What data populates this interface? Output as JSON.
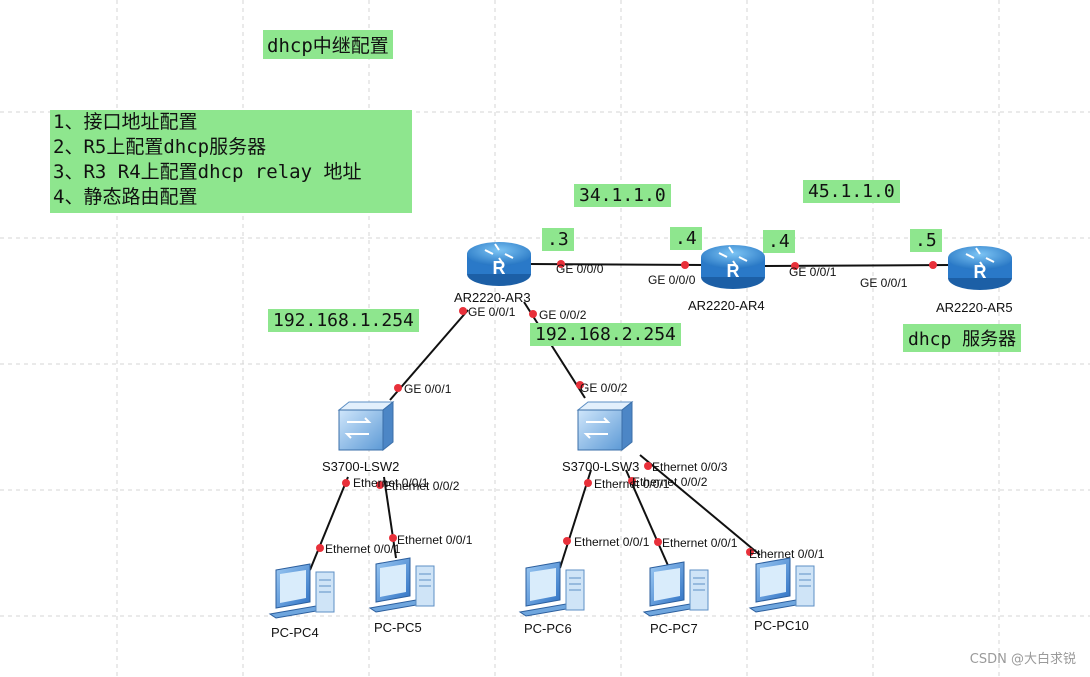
{
  "title": "dhcp中继配置",
  "steps": [
    "1、接口地址配置",
    "2、R5上配置dhcp服务器",
    "3、R3 R4上配置dhcp relay 地址",
    "4、静态路由配置"
  ],
  "networks": {
    "net_34": "34.1.1.0",
    "net_45": "45.1.1.0",
    "net_192_1": "192.168.1.254",
    "net_192_2": "192.168.2.254"
  },
  "host_ids": {
    "ar3": ".3",
    "ar4_left": ".4",
    "ar4_right": ".4",
    "ar5": ".5"
  },
  "server_label": "dhcp 服务器",
  "devices": {
    "ar3": "AR2220-AR3",
    "ar4": "AR2220-AR4",
    "ar5": "AR2220-AR5",
    "lsw2": "S3700-LSW2",
    "lsw3": "S3700-LSW3",
    "pc4": "PC-PC4",
    "pc5": "PC-PC5",
    "pc6": "PC-PC6",
    "pc7": "PC-PC7",
    "pc10": "PC-PC10"
  },
  "ports": {
    "ar3_ge000": "GE 0/0/0",
    "ar4_ge000": "GE 0/0/0",
    "ar4_ge001": "GE 0/0/1",
    "ar5_ge001": "GE 0/0/1",
    "ar3_ge001": "GE 0/0/1",
    "ar3_ge002": "GE 0/0/2",
    "lsw2_ge001": "GE 0/0/1",
    "lsw3_ge002": "GE 0/0/2",
    "lsw2_eth1": "Ethernet 0/0/1",
    "lsw2_eth2": "Ethernet 0/0/2",
    "pc4_eth": "Ethernet 0/0/1",
    "pc5_eth": "Ethernet 0/0/1",
    "lsw3_eth1": "Ethernet 0/0/1",
    "lsw3_eth2": "Ethernet 0/0/2",
    "lsw3_eth3": "Ethernet 0/0/3",
    "pc6_eth": "Ethernet 0/0/1",
    "pc7_eth": "Ethernet 0/0/1",
    "pc10_eth": "Ethernet 0/0/1"
  },
  "watermark": "CSDN @大白求锐",
  "colors": {
    "label_bg": "#8ee68e",
    "link": "#111111",
    "port_dot": "#e8303a",
    "router_blue": "#3b8fd6",
    "switch_blue": "#7fb6e8",
    "pc_blue": "#4e8ed8"
  }
}
